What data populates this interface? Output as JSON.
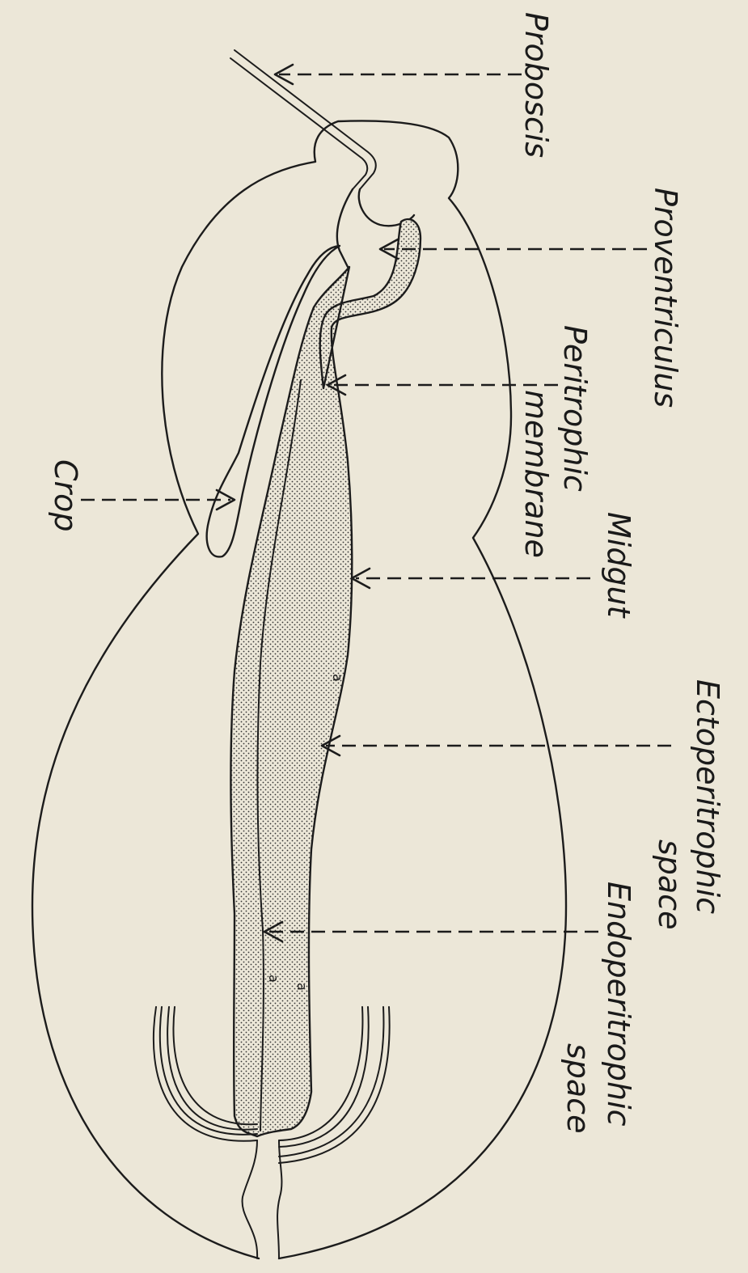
{
  "labels": {
    "proboscis": "Proboscis",
    "proventriculus": "Proventriculus",
    "peritrophic_line1": "Peritrophic",
    "peritrophic_line2": "membrane",
    "crop": "Crop",
    "midgut": "Midgut",
    "ectoperitrophic_line1": "Ectoperitrophic",
    "ectoperitrophic_line2": "space",
    "endoperitrophic_line1": "Endoperitrophic",
    "endoperitrophic_line2": "space"
  },
  "region_marks": [
    "a",
    "a",
    "a"
  ]
}
